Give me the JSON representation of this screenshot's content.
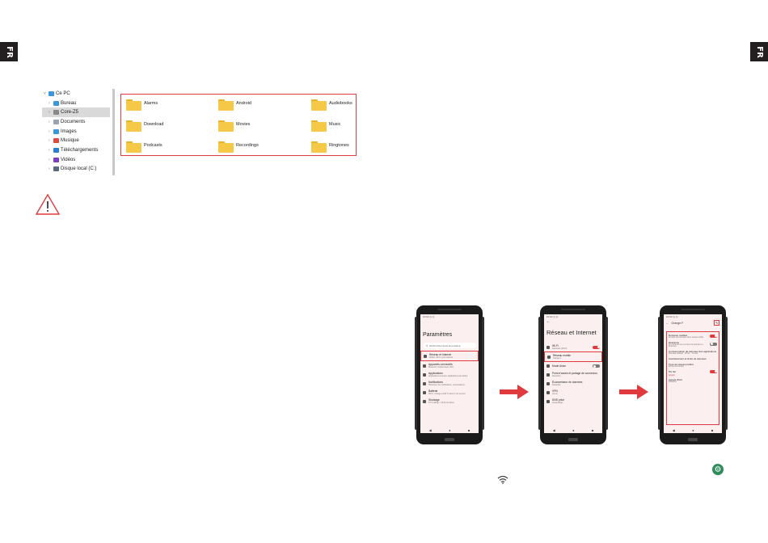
{
  "lang_tab": "FR",
  "explorer": {
    "tree": [
      {
        "label": "Ce PC",
        "icon": "pc-icon",
        "color": "#3a96dd",
        "indent": 0,
        "expanded": true,
        "selected": false
      },
      {
        "label": "Bureau",
        "icon": "desktop-folder-icon",
        "color": "#3a96dd",
        "indent": 1,
        "selected": false
      },
      {
        "label": "Core-Z5",
        "icon": "phone-device-icon",
        "color": "#888888",
        "indent": 1,
        "selected": true
      },
      {
        "label": "Documents",
        "icon": "documents-icon",
        "color": "#9aa4b1",
        "indent": 1,
        "selected": false
      },
      {
        "label": "Images",
        "icon": "images-icon",
        "color": "#3a96dd",
        "indent": 1,
        "selected": false
      },
      {
        "label": "Musique",
        "icon": "music-icon",
        "color": "#e04a3f",
        "indent": 1,
        "selected": false
      },
      {
        "label": "Téléchargements",
        "icon": "downloads-icon",
        "color": "#2a7fd4",
        "indent": 1,
        "selected": false
      },
      {
        "label": "Vidéos",
        "icon": "videos-icon",
        "color": "#7a3fc4",
        "indent": 1,
        "selected": false
      },
      {
        "label": "Disque local (C:)",
        "icon": "drive-icon",
        "color": "#5a6a7a",
        "indent": 1,
        "selected": false
      }
    ],
    "folders": [
      "Alarms",
      "Android",
      "Audiobooks",
      "Download",
      "Movies",
      "Music",
      "Podcasts",
      "Recordings",
      "Ringtones"
    ]
  },
  "warning_icon": "warning-triangle-icon",
  "phone1": {
    "status": "10:02 ◎ ◎",
    "title": "Paramètres",
    "search": "Rechercher dans les paramè",
    "rows": [
      {
        "label": "Réseau et Internet",
        "sub": "Mobile, Wi-Fi, point d'accès",
        "highlight": true
      },
      {
        "label": "Appareils connectés",
        "sub": "Bluetooth, Android Auto, NFC",
        "highlight": false
      },
      {
        "label": "Applications",
        "sub": "Applications récentes, applications par défaut",
        "highlight": false
      },
      {
        "label": "Notifications",
        "sub": "Historique des notifications, conversations",
        "highlight": false
      },
      {
        "label": "Batterie",
        "sub": "99 % - Charge à 100 % dans 0 min environ",
        "highlight": false
      },
      {
        "label": "Stockage",
        "sub": "53 % utilisés - 60,32 Go libres",
        "highlight": false
      }
    ],
    "nav": [
      "◀",
      "●",
      "■"
    ]
  },
  "phone2": {
    "status": "10:02 ◎ ◎",
    "title": "Réseau et Internet",
    "rows": [
      {
        "label": "Wi-Fi",
        "sub": "Désactivé (Wi-Fi)",
        "toggle": "on",
        "highlight": false
      },
      {
        "label": "Réseau mobile",
        "sub": "Orange F",
        "toggle": "",
        "highlight": true
      },
      {
        "label": "Mode Avion",
        "sub": "",
        "toggle": "off",
        "highlight": false
      },
      {
        "label": "Point d'accès et partage de connexion",
        "sub": "Désactivé",
        "toggle": "",
        "highlight": false
      },
      {
        "label": "Économiseur de données",
        "sub": "Désactivé",
        "toggle": "",
        "highlight": false
      },
      {
        "label": "VPN",
        "sub": "Aucun",
        "toggle": "",
        "highlight": false
      },
      {
        "label": "DNS privé",
        "sub": "Automatique",
        "toggle": "",
        "highlight": false
      }
    ],
    "nav": [
      "◀",
      "●",
      "■"
    ]
  },
  "phone3": {
    "status": "10:02 ◎ ◎",
    "header": "Orange F",
    "rows": [
      {
        "label": "Données mobiles",
        "sub": "Accéder aux données via le réseau mobile",
        "toggle": "on"
      },
      {
        "label": "Itinérance",
        "sub": "Se connecter aux services de données en itinérance",
        "toggle": "off"
      },
      {
        "label": "Consommation de données des applications",
        "sub": "Données utilisées : 18 avr. - 15 mai",
        "toggle": ""
      },
      {
        "label": "Avertissement et limite de données",
        "sub": "",
        "toggle": ""
      },
      {
        "label": "Type de réseau préféré",
        "sub": "5G (recommandé)",
        "toggle": ""
      },
      {
        "label": "5G SA",
        "sub": "",
        "toggle": "on"
      }
    ],
    "section": "Appels",
    "last": {
      "label": "Appels Wi-Fi",
      "sub": "Désactivé"
    },
    "nav": [
      "◀",
      "●",
      "■"
    ]
  },
  "arrow_color": "#e03a3e",
  "gear_icon": "settings-gear-icon",
  "wifi_icon": "wifi-icon"
}
